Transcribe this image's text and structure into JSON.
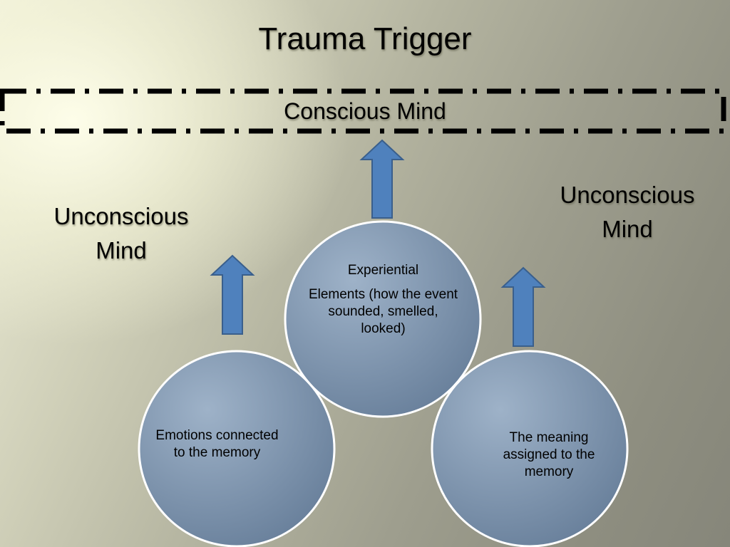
{
  "title": "Trauma Trigger",
  "conscious_box": {
    "label": "Conscious Mind"
  },
  "unconscious_left": {
    "line1": "Unconscious",
    "line2": "Mind"
  },
  "unconscious_right": {
    "line1": "Unconscious",
    "line2": "Mind"
  },
  "circles": {
    "top": {
      "line1": "Experiential",
      "line2": "Elements (how the event sounded, smelled, looked)"
    },
    "left": {
      "text": "Emotions connected to the memory"
    },
    "right": {
      "text": "The meaning assigned to the memory"
    }
  },
  "colors": {
    "circle_fill": "#7d93ad",
    "circle_stroke": "#ffffff",
    "arrow_fill": "#4f81bd",
    "arrow_stroke": "#3a5f8c",
    "box_dash": "#000000"
  }
}
